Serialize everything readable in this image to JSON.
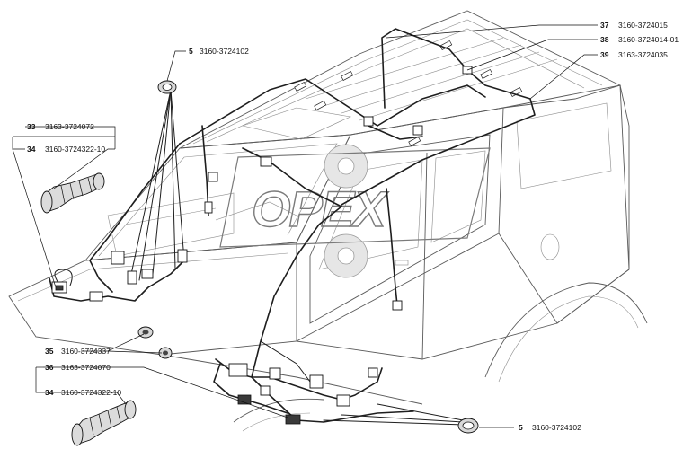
{
  "watermark": {
    "text": "OPEX"
  },
  "callouts": [
    {
      "id": "c37",
      "number": "37",
      "part": "3160-3724015"
    },
    {
      "id": "c38",
      "number": "38",
      "part": "3160-3724014-01"
    },
    {
      "id": "c39",
      "number": "39",
      "part": "3163-3724035"
    },
    {
      "id": "c5a",
      "number": "5",
      "part": "3160-3724102"
    },
    {
      "id": "c33",
      "number": "33",
      "part": "3163-3724072"
    },
    {
      "id": "c34a",
      "number": "34",
      "part": "3160-3724322-10"
    },
    {
      "id": "c35",
      "number": "35",
      "part": "3160-3724337"
    },
    {
      "id": "c36",
      "number": "36",
      "part": "3163-3724070"
    },
    {
      "id": "c34b",
      "number": "34",
      "part": "3160-3724322-10"
    },
    {
      "id": "c5b",
      "number": "5",
      "part": "3160-3724102"
    }
  ],
  "colors": {
    "line": "#1e1e1e",
    "body_outline": "#5a5a5a",
    "watermark": "#7a7a7a"
  }
}
